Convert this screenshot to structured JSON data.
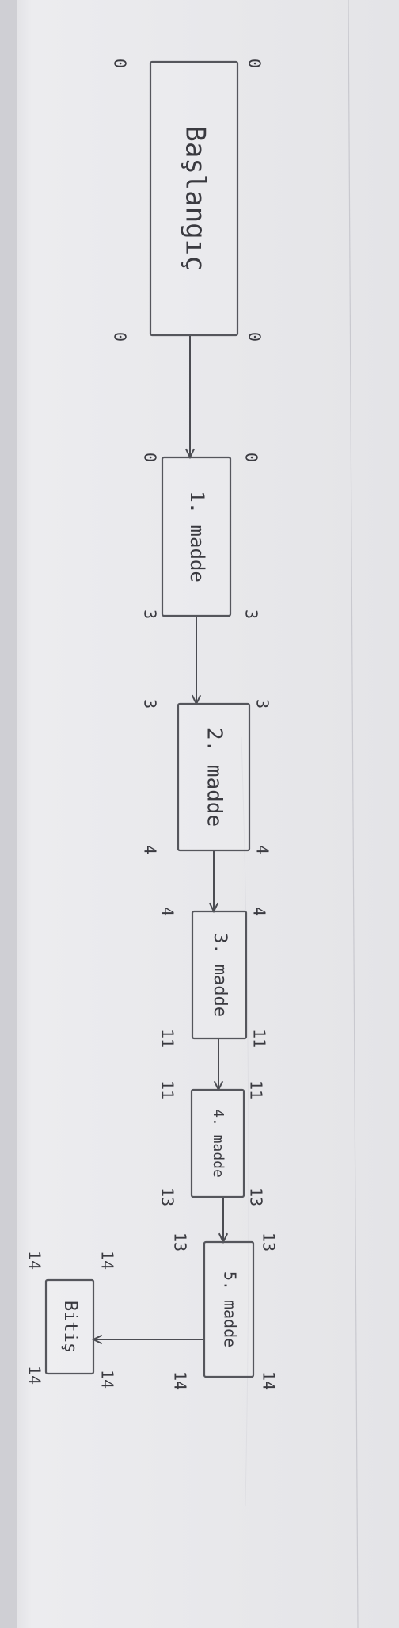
{
  "diagram": {
    "nodes": [
      {
        "id": "n0",
        "label": "Başlangıç",
        "numbers": [
          "0",
          "0",
          "0",
          "0"
        ]
      },
      {
        "id": "n1",
        "label": "1. madde",
        "numbers": [
          "0",
          "0",
          "3",
          "3"
        ]
      },
      {
        "id": "n2",
        "label": "2. madde",
        "numbers": [
          "3",
          "3",
          "4",
          "4"
        ]
      },
      {
        "id": "n3",
        "label": "3. madde",
        "numbers": [
          "4",
          "4",
          "11",
          "11"
        ]
      },
      {
        "id": "n4",
        "label": "4. madde",
        "numbers": [
          "11",
          "11",
          "13",
          "13"
        ]
      },
      {
        "id": "n5",
        "label": "5. madde",
        "numbers": [
          "13",
          "13",
          "14",
          "14"
        ]
      },
      {
        "id": "n6",
        "label": "Bitiş",
        "numbers": [
          "14",
          "14",
          "14",
          "14"
        ]
      }
    ],
    "edges": [
      {
        "from": "n0",
        "to": "n1"
      },
      {
        "from": "n1",
        "to": "n2"
      },
      {
        "from": "n2",
        "to": "n3"
      },
      {
        "from": "n3",
        "to": "n4"
      },
      {
        "from": "n4",
        "to": "n5"
      },
      {
        "from": "n5",
        "to": "n6"
      }
    ]
  }
}
